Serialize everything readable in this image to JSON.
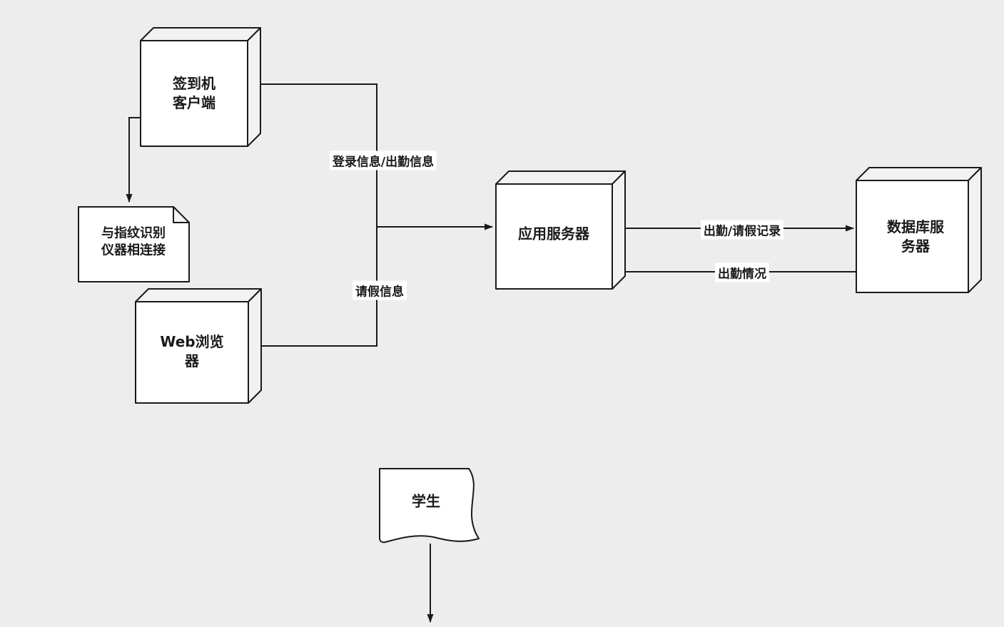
{
  "canvas": {
    "background": "#ededed",
    "stroke_color": "#1a1a1a",
    "node_fill": "#ffffff",
    "shade_fill": "#f2f2f2",
    "label_background": "#ffffff"
  },
  "nodes": {
    "signin_client": {
      "shape": "cube",
      "label": "签到机\n客户端"
    },
    "fingerprint_note": {
      "shape": "note",
      "label": "与指纹识别\n仪器相连接"
    },
    "web_browser": {
      "shape": "cube",
      "label": "Web浏览\n器"
    },
    "app_server": {
      "shape": "cube",
      "label": "应用服务器"
    },
    "db_server": {
      "shape": "cube",
      "label": "数据库服\n务器"
    },
    "student": {
      "shape": "curled-page",
      "label": "学生"
    }
  },
  "edge_labels": {
    "login_attendance": "登录信息/出勤信息",
    "leave_info": "请假信息",
    "attendance_leave_records": "出勤/请假记录",
    "attendance_status": "出勤情况"
  }
}
